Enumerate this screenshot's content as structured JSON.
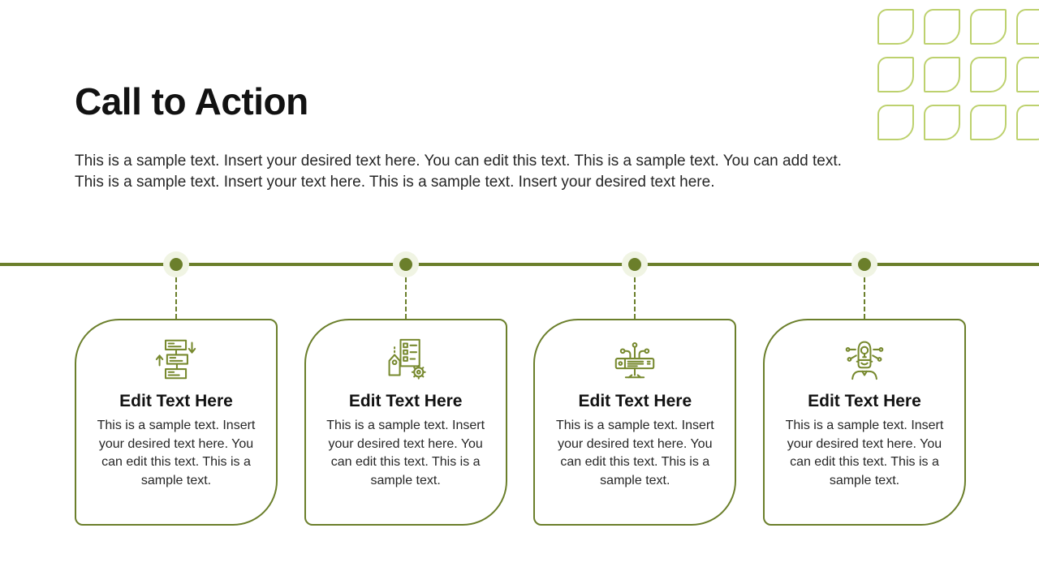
{
  "slide": {
    "title": "Call to Action",
    "description": "This is a sample text. Insert your desired text here. You can edit this text. This is a sample text. You can add text. This is a sample text. Insert your text here. This is a sample text. Insert your desired text here."
  },
  "colors": {
    "background": "#ffffff",
    "olive": "#6b7f2b",
    "icon_olive": "#77892e",
    "leaf_outline": "#bdd16e",
    "dot_halo": "#f0f4e3",
    "title_text": "#121212",
    "body_text": "#262626"
  },
  "decoration": {
    "shape": "leaf-outline",
    "rows": 3,
    "columns": 4
  },
  "timeline": {
    "steps_count": 4
  },
  "cards": [
    {
      "icon": "workflow-icon",
      "heading": "Edit Text Here",
      "body": "This is a sample text. Insert your desired text here. You can edit this text. This is a sample text."
    },
    {
      "icon": "checklist-tag-icon",
      "heading": "Edit Text Here",
      "body": "This is a sample text. Insert your desired text here. You can edit this text. This is a sample text."
    },
    {
      "icon": "network-hub-icon",
      "heading": "Edit Text Here",
      "body": "This is a sample text. Insert your desired text here. You can edit this text. This is a sample text."
    },
    {
      "icon": "creative-mind-icon",
      "heading": "Edit Text Here",
      "body": "This is a sample text. Insert your desired text here. You can edit this text. This is a sample text."
    }
  ]
}
